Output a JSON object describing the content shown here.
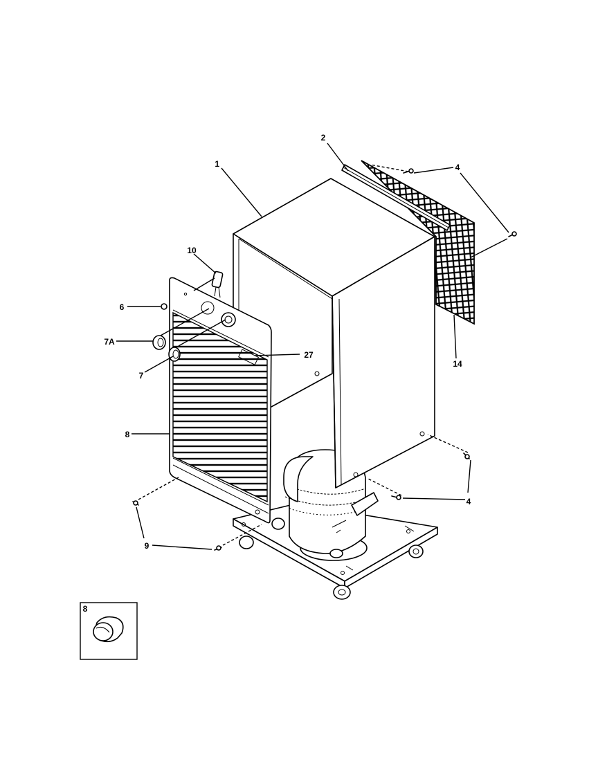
{
  "callouts": {
    "c1": "1",
    "c2": "2",
    "c4_top": "4",
    "c4_bottom": "4",
    "c6": "6",
    "c7a": "7A",
    "c7": "7",
    "c8": "8",
    "c9": "9",
    "c10": "10",
    "c14": "14",
    "c27": "27",
    "inset_label": "8"
  }
}
